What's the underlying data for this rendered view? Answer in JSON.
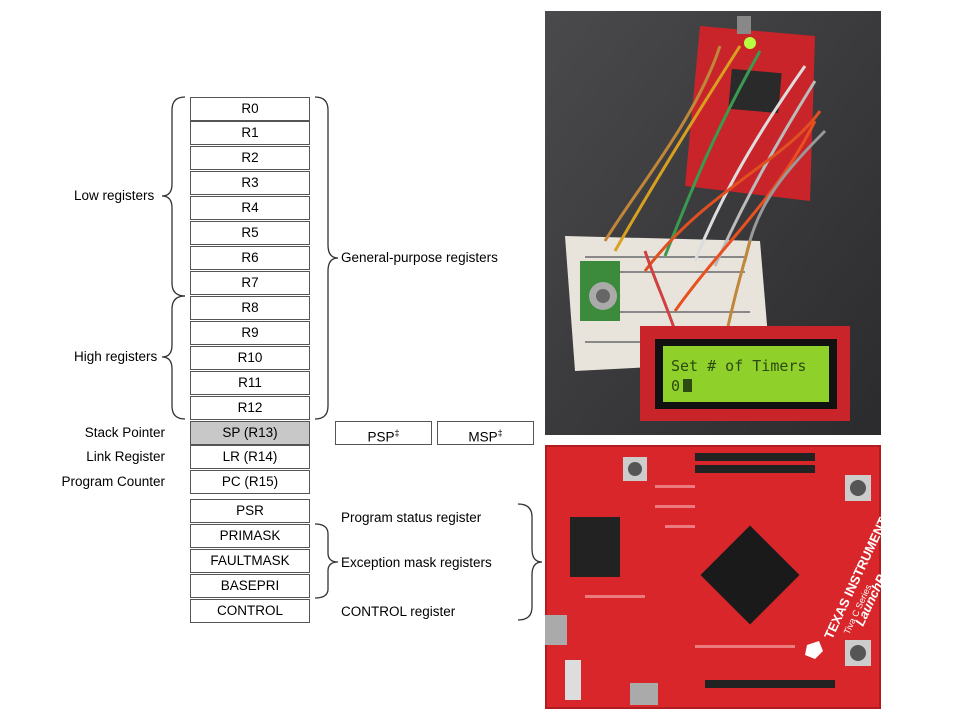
{
  "registers": {
    "general": [
      "R0",
      "R1",
      "R2",
      "R3",
      "R4",
      "R5",
      "R6",
      "R7",
      "R8",
      "R9",
      "R10",
      "R11",
      "R12"
    ],
    "sp": "SP (R13)",
    "lr": "LR (R14)",
    "pc": "PC (R15)",
    "special": [
      "PSR",
      "PRIMASK",
      "FAULTMASK",
      "BASEPRI",
      "CONTROL"
    ]
  },
  "labels": {
    "low": "Low registers",
    "high": "High registers",
    "general_purpose": "General-purpose registers",
    "stack_pointer": "Stack Pointer",
    "link_register": "Link Register",
    "program_counter": "Program Counter",
    "psp": "PSP",
    "msp": "MSP",
    "dagger": "‡",
    "psr_desc": "Program status register",
    "exception_desc": "Exception mask registers",
    "control_desc": "CONTROL register"
  },
  "lcd": {
    "line1": "Set # of Timers",
    "line2": "0"
  },
  "board": {
    "brand": "TEXAS INSTRUMENTS",
    "series": "Tiva C Series",
    "product": "LaunchPad"
  },
  "colors": {
    "lcd_green": "#8fd12a",
    "board_red": "#d8262b",
    "sp_fill": "#c8c8c8"
  }
}
